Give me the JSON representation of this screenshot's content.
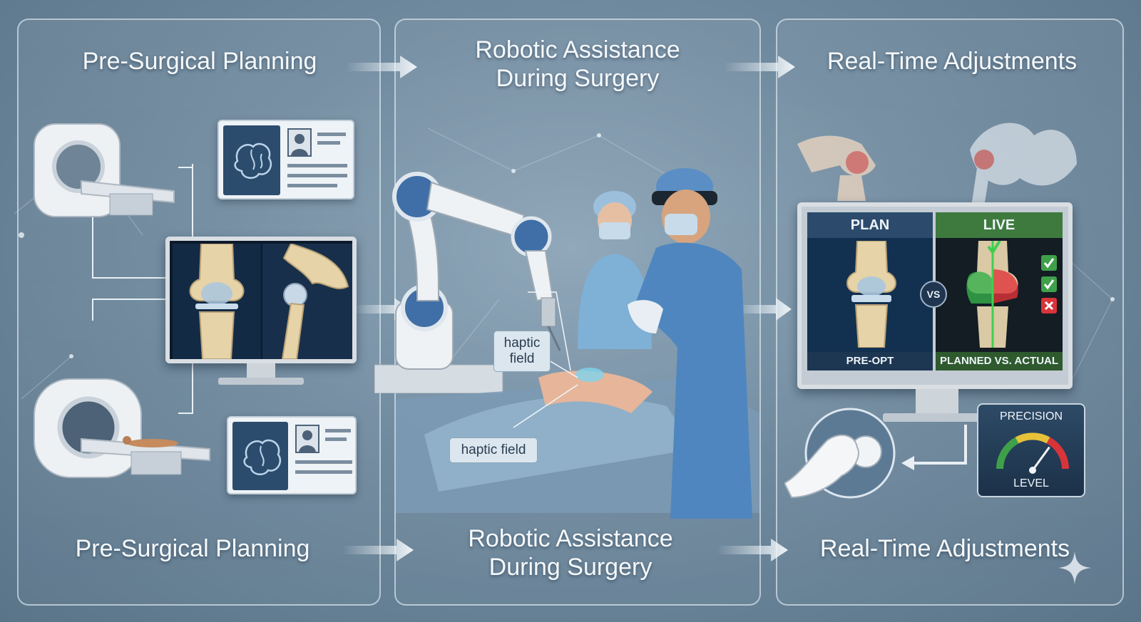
{
  "stages": [
    {
      "title_top": "Pre-Surgical Planning",
      "title_bottom": "Pre-Surgical Planning"
    },
    {
      "title_top_line1": "Robotic Assistance",
      "title_top_line2": "During Surgery",
      "title_bottom_line1": "Robotic Assistance",
      "title_bottom_line2": "During Surgery"
    },
    {
      "title_top": "Real-Time Adjustments",
      "title_bottom": "Real-Time Adjustments"
    }
  ],
  "surgery": {
    "callout_upper_line1": "haptic",
    "callout_upper_line2": "field",
    "callout_lower": "haptic field"
  },
  "monitor": {
    "plan_label": "PLAN",
    "live_label": "LIVE",
    "vs_label": "VS",
    "pre_op_label": "PRE-OPT",
    "compare_label": "PLANNED VS. ACTUAL"
  },
  "gauge": {
    "top_label": "PRECISION",
    "bottom_label": "LEVEL",
    "level": 0.7
  },
  "colors": {
    "accent_blue": "#2f6fb3",
    "plan_header": "#2c4a6c",
    "live_header": "#3e7a3e",
    "ok_green": "#3fa04a",
    "error_red": "#d8343a"
  },
  "icons": [
    "ct-scanner-icon",
    "mri-scanner-icon",
    "brain-icon",
    "profile-icon",
    "knee-icon",
    "hip-icon",
    "robot-arm-icon",
    "surgeon-icon",
    "nurse-icon",
    "check-icon",
    "cross-icon",
    "hand-dial-icon",
    "gauge-icon",
    "sparkle-icon"
  ]
}
